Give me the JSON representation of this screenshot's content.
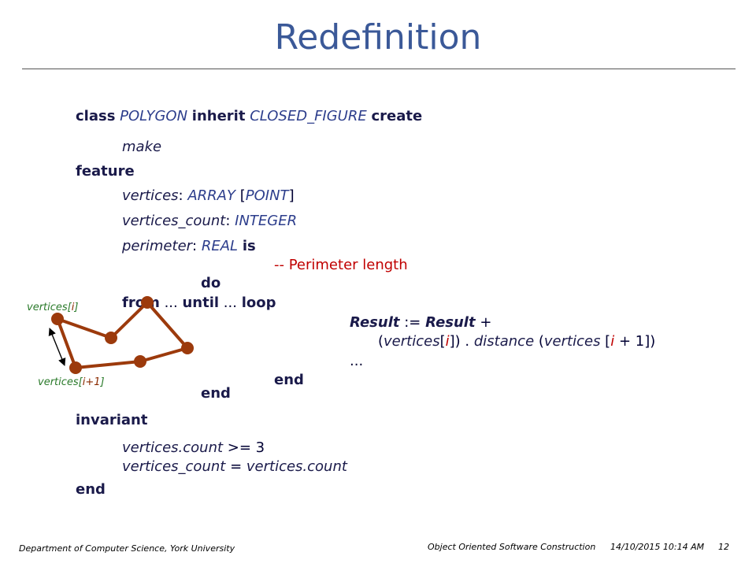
{
  "slide": {
    "title": "Redefinition"
  },
  "code": {
    "kw_class": "class",
    "class_name": "POLYGON",
    "kw_inherit": "inherit",
    "parent_name": "CLOSED_FIGURE",
    "kw_create": "create",
    "creator": "make",
    "kw_feature": "feature",
    "f1_name": "vertices",
    "colon": ":",
    "f1_type": "ARRAY",
    "lbracket": "[",
    "f1_generic": "POINT",
    "rbracket": "]",
    "f2_name": "vertices_count",
    "f2_type": "INTEGER",
    "f3_name": "perimeter",
    "f3_type": "REAL",
    "kw_is": "is",
    "comment": "-- Perimeter length",
    "kw_do": "do",
    "kw_from": "from",
    "ellipsis": "...",
    "kw_until": "until",
    "kw_loop": "loop",
    "result": "Result",
    "assign": ":=",
    "plus": "+",
    "open_paren": "(",
    "vertices": "vertices",
    "index_i": "i",
    "close_bracket_paren": "])",
    "dot": ".",
    "distance": "distance",
    "vertices_space": "vertices",
    "index_i2": "i",
    "plus_one": "+ 1])",
    "loop_ellipsis": "...",
    "kw_end_loop": "end",
    "kw_end_routine": "end",
    "kw_invariant": "invariant",
    "inv1_expr": "vertices.count",
    "inv1_op": ">= 3",
    "inv2_left": "vertices_count",
    "inv2_op": "=",
    "inv2_right": "vertices.count",
    "kw_end_class": "end"
  },
  "figure": {
    "label_top_prefix": "vertices[",
    "label_top_index": "i",
    "label_top_suffix": "]",
    "label_bottom_prefix": "vertices[",
    "label_bottom_index": "i+1",
    "label_bottom_suffix": "]",
    "polygon_color": "#9c3a0c",
    "arrow_color": "#000000"
  },
  "footer": {
    "left": "Department of Computer Science, York University",
    "course": "Object Oriented Software Construction",
    "datetime": "14/10/2015 10:14 AM",
    "page": "12"
  }
}
